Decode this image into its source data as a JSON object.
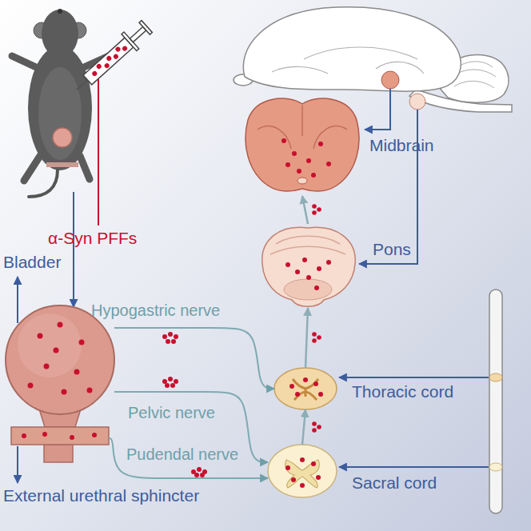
{
  "diagram": {
    "nodes": [
      {
        "text": [
          "Midbrain"
        ]
      },
      {
        "text": [
          "Pons"
        ]
      },
      {
        "text": [
          "Thoracic cord"
        ]
      },
      {
        "text": [
          "Bladder"
        ]
      },
      {
        "text": [
          "Sacral cord"
        ]
      },
      {
        "text": [
          "External urethral sphincter"
        ]
      }
    ],
    "edges": [
      {
        "from": 3,
        "to": 2,
        "arrow": "to",
        "label": "Hypogastric nerve"
      },
      {
        "from": 3,
        "to": 4,
        "arrow": "to",
        "label": "Pelvic nerve"
      },
      {
        "from": 5,
        "to": 4,
        "arrow": "to",
        "label": "Pudendal nerve"
      },
      {
        "from": 4,
        "to": 2,
        "arrow": "to"
      },
      {
        "from": 2,
        "to": 1,
        "arrow": "to"
      },
      {
        "from": 1,
        "to": 0,
        "arrow": "to"
      }
    ],
    "labels": [
      "α-Syn PFFs"
    ]
  }
}
